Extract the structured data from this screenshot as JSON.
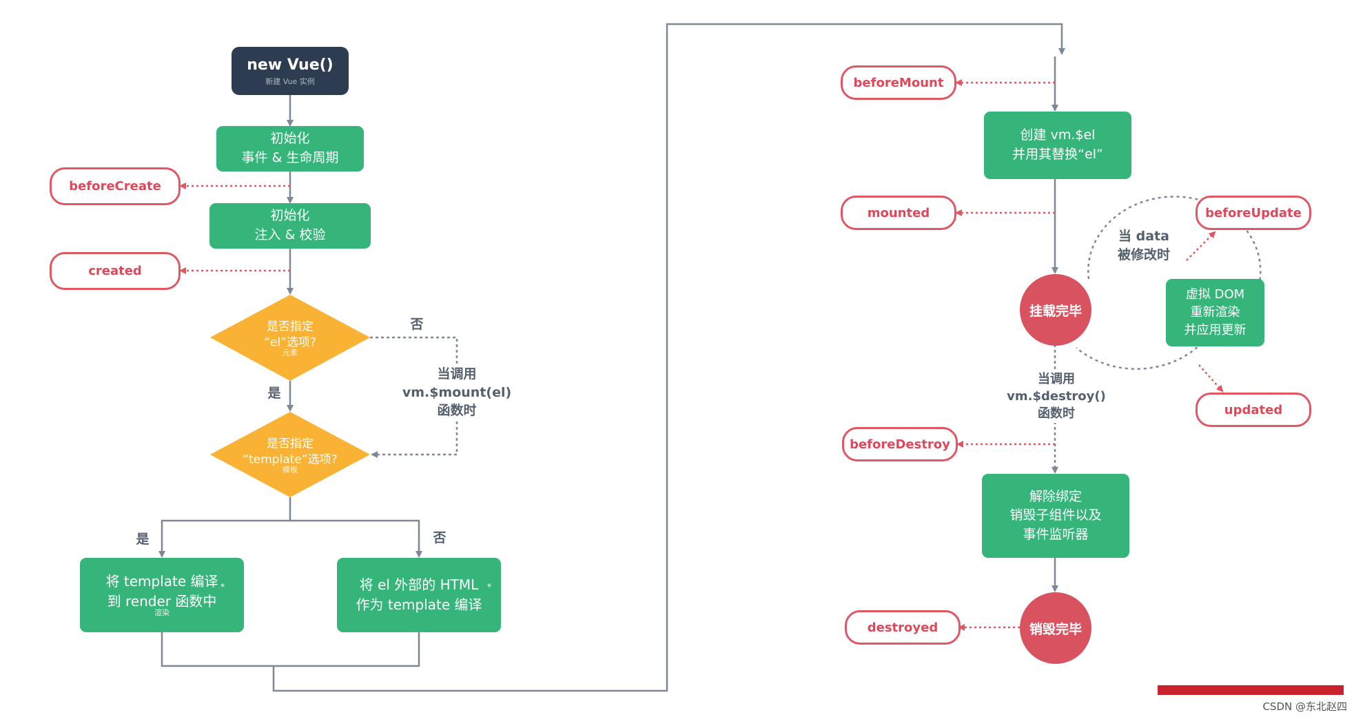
{
  "start": {
    "title": "new Vue()",
    "subtitle": "新建 Vue 实例"
  },
  "init_events": {
    "line1": "初始化",
    "line2": "事件 & 生命周期"
  },
  "init_inject": {
    "line1": "初始化",
    "line2": "注入 & 校验"
  },
  "decision_el": {
    "line1": "是否指定",
    "line2": "“el”选项?",
    "small": "元素",
    "yes": "是",
    "no": "否"
  },
  "decision_template": {
    "line1": "是否指定",
    "line2": "“template”选项?",
    "small": "模板",
    "yes": "是",
    "no": "否"
  },
  "mount_note": {
    "line1": "当调用",
    "line2": "vm.$mount(el)",
    "line3": "函数时"
  },
  "compile_template": {
    "line1": "将 template 编译",
    "line2": "到 render 函数中",
    "small": "渲染",
    "mark": "*"
  },
  "compile_html": {
    "line1": "将 el 外部的 HTML",
    "line2": "作为 template 编译",
    "mark": "*"
  },
  "create_el": {
    "line1": "创建 vm.$el",
    "line2": "并用其替换“el”"
  },
  "mounted_circle": {
    "label": "挂载完毕"
  },
  "data_note": {
    "line1": "当 data",
    "line2": "被修改时"
  },
  "vdom": {
    "line1": "虚拟 DOM",
    "line2": "重新渲染",
    "line3": "并应用更新"
  },
  "destroy_note": {
    "line1": "当调用",
    "line2": "vm.$destroy()",
    "line3": "函数时"
  },
  "teardown": {
    "line1": "解除绑定",
    "line2": "销毁子组件以及",
    "line3": "事件监听器"
  },
  "destroyed_circle": {
    "label": "销毁完毕"
  },
  "hooks": {
    "beforeCreate": "beforeCreate",
    "created": "created",
    "beforeMount": "beforeMount",
    "mounted": "mounted",
    "beforeUpdate": "beforeUpdate",
    "updated": "updated",
    "beforeDestroy": "beforeDestroy",
    "destroyed": "destroyed"
  },
  "footer": "CSDN @东北赵四",
  "colors": {
    "green": "#35b57a",
    "navy": "#2d3c51",
    "orange": "#f9b233",
    "hook_red": "#e05663",
    "circle_red": "#d9525f",
    "line_gray": "#7d8896"
  }
}
